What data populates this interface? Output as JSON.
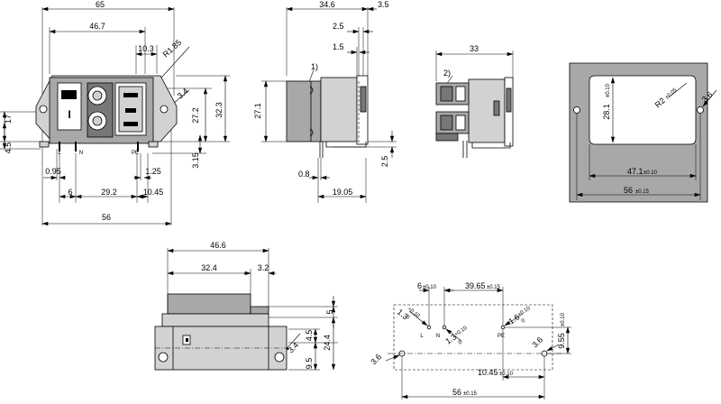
{
  "front_view": {
    "dims": {
      "width_65": "65",
      "width_46_7": "46.7",
      "dim_10_3": "10.3",
      "radius": "R1.85",
      "hole_3_4": "3.4",
      "height_27_2": "27.2",
      "height_32_3": "32.3",
      "dim_17": "17",
      "dim_4_5": "4.5",
      "dim_3_15": "3.15",
      "dim_0_95": "0.95",
      "dim_1_25": "1.25",
      "dim_6": "6",
      "dim_29_2": "29.2",
      "dim_10_45": "10.45",
      "width_56": "56"
    },
    "pin_labels": {
      "l": "L",
      "n": "N",
      "pe": "PE"
    },
    "switch_mark": "I"
  },
  "side_view": {
    "dims": {
      "width_34_6": "34.6",
      "dim_3_5": "3.5",
      "dim_2_5": "2.5",
      "dim_1_5": "1.5",
      "height_27_1": "27.1",
      "dim_2_5_bottom": "2.5",
      "dim_0_8": "0.8",
      "dim_19_05": "19.05"
    },
    "callout": "1)"
  },
  "variant_view": {
    "dims": {
      "width_33": "33"
    },
    "callout": "2)"
  },
  "cutout": {
    "dims": {
      "radius": "R2",
      "radius_tol": "±0.05",
      "height": "28.1",
      "height_tol": "±0.10",
      "hole": "3.6",
      "width_47_1": "47.1",
      "width_47_1_tol": "±0.10",
      "width_56": "56",
      "width_56_tol": "±0.15"
    }
  },
  "top_view": {
    "dims": {
      "width_46_6": "46.6",
      "dim_32_4": "32.4",
      "dim_3_2": "3.2",
      "dim_5": "5",
      "hole_3_4": "3.4",
      "dim_4_5": "4.5",
      "dim_24_4": "24.4",
      "dim_9_5": "9.5"
    }
  },
  "pcb_layout": {
    "dims": {
      "dim_6": "6",
      "dim_6_tol": "±0.10",
      "dim_39_65": "39.65",
      "dim_39_65_tol": "±0.15",
      "pin_1_3_a": "1.3",
      "pin_1_3_a_tol": "+0.10",
      "pin_1_3_b": "1.3",
      "pin_1_3_b_tol": "+0.10",
      "pin_1_6": "1.6",
      "pin_1_6_tol": "+0.10",
      "dim_9_55": "9.55",
      "dim_9_55_tol": "±0.10",
      "hole_left": "3.6",
      "hole_right": "3.6",
      "dim_10_45": "10.45",
      "dim_10_45_tol": "±0.10",
      "width_56": "56",
      "width_56_tol": "±0.15",
      "tol_zero": "0"
    },
    "pin_labels": {
      "l": "L",
      "n": "N",
      "pe": "PE"
    }
  }
}
